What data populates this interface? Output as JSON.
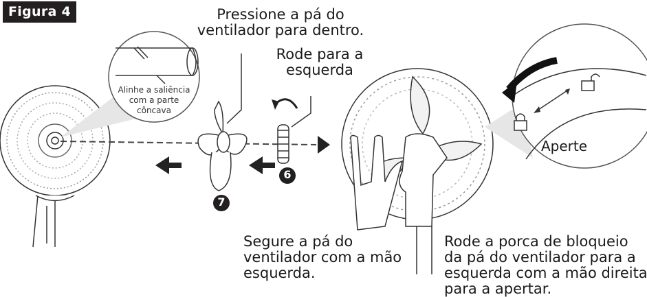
{
  "figure_label": "Figura 4",
  "captions": {
    "press": [
      "Pressione a pá do",
      "ventilador para dentro."
    ],
    "rotate": [
      "Rode para a",
      "esquerda"
    ],
    "align": [
      "Alinhe a saliência",
      "com a parte",
      "côncava"
    ],
    "tighten": "Aperte",
    "hold": [
      "Segure a pá do",
      "ventilador com a mão",
      "esquerda."
    ],
    "lock": [
      "Rode a porca de bloqueio",
      "da pá do ventilador para a",
      "esquerda com a mão direita",
      "para a apertar."
    ]
  },
  "step_numbers": {
    "step6": "6",
    "step7": "7"
  },
  "colors": {
    "ink": "#231f20",
    "line": "#333333",
    "fill_light": "#f4f4f4"
  }
}
